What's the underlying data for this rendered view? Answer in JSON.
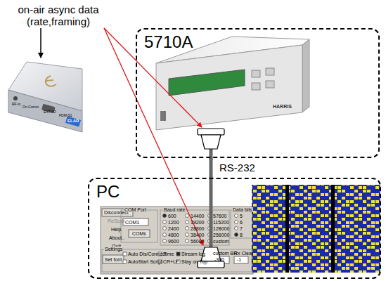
{
  "diagram": {
    "nodes": [
      {
        "text": [
          "5710A"
        ]
      },
      {
        "text": [
          "PC"
        ]
      }
    ],
    "edges": [
      {
        "from": 0,
        "to": 1,
        "label": "RS-232",
        "arrow": "none"
      }
    ],
    "labels": [
      "on-air async data (rate,framing)",
      "RF-in",
      "On-Comm",
      "EXT I/O",
      "FDM-S1",
      "ELAD",
      "HARRIS",
      "Disconnect",
      "ReScan",
      "Help",
      "About..",
      "Quit",
      "COM Port",
      "COM1",
      "COMs",
      "Baud rate",
      "600",
      "1200",
      "2400",
      "4800",
      "9600",
      "14400",
      "19200",
      "28800",
      "38400",
      "56000",
      "57600",
      "115200",
      "128000",
      "256000",
      "custom",
      "Data bits",
      "5",
      "6",
      "7",
      "8",
      "Settings",
      "Set font",
      "Auto Dis/Connect",
      "AutoStart Script",
      "Time",
      "CR+LF",
      "Stream log",
      "Stay on Top",
      "custom BR",
      "Rx Clear",
      "-300",
      "-1"
    ]
  }
}
